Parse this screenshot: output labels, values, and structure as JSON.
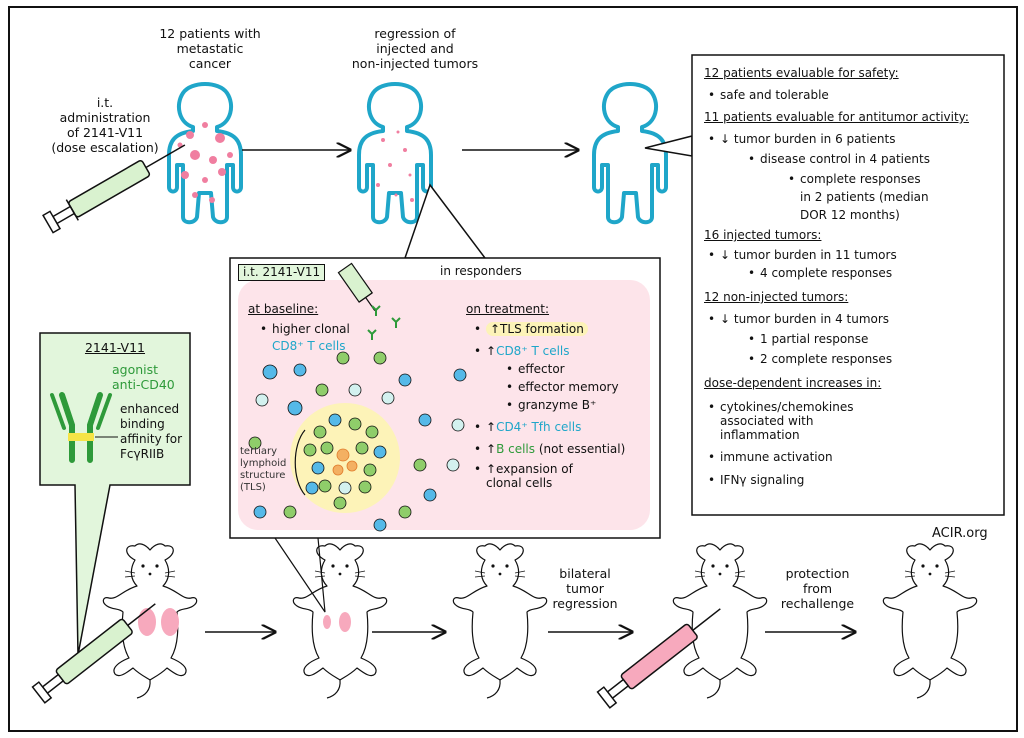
{
  "top": {
    "patients_label": "12 patients with\nmetastatic\ncancer",
    "admin_label": "i.t.\nadministration\nof 2141-V11\n(dose escalation)",
    "regression_label": "regression of\ninjected and\nnon-injected tumors"
  },
  "summary": {
    "safety_heading": "12 patients evaluable for safety:",
    "safety_items": [
      "safe and tolerable"
    ],
    "antitumor_heading": "11 patients evaluable for antitumor activity:",
    "antitumor_item": "↓ tumor burden in 6 patients",
    "antitumor_sub": "disease control in 4 patients",
    "antitumor_subsub": "complete responses\nin 2 patients (median\nDOR 12 months)",
    "injected_heading": "16 injected tumors:",
    "injected_item": "↓ tumor burden in 11 tumors",
    "injected_sub": "4 complete responses",
    "noninjected_heading": "12 non-injected tumors:",
    "noninjected_item": "↓ tumor burden in 4 tumors",
    "noninjected_sub1": "1 partial response",
    "noninjected_sub2": "2 complete responses",
    "dose_heading": "dose-dependent increases in:",
    "dose_items": [
      "cytokines/chemokines\nassociated with\ninflammation",
      "immune activation",
      "IFNγ signaling"
    ]
  },
  "agent_box": {
    "title": "2141-V11",
    "agonist": "agonist\nanti-CD40",
    "binding": "enhanced\nbinding\naffinity for\nFcγRIIB"
  },
  "responders": {
    "tag": "i.t. 2141-V11",
    "title": "in responders",
    "baseline_heading": "at baseline:",
    "baseline_item_a": "higher clonal",
    "baseline_item_b": "CD8⁺ T cells",
    "tls_label": "tertiary\nlymphoid\nstructure\n(TLS)",
    "treatment_heading": "on treatment:",
    "tls_formation": "↑TLS formation",
    "cd8_arrow": "↑",
    "cd8": "CD8⁺ T cells",
    "cd8_subs": [
      "effector",
      "effector memory",
      "granzyme B⁺"
    ],
    "cd4_arrow": "↑",
    "cd4": "CD4⁺ Tfh cells",
    "b_arrow": "↑",
    "b_cells": "B cells",
    "b_note": "(not essential)",
    "expansion": "↑expansion of\nclonal cells"
  },
  "mouse_row": {
    "bilateral": "bilateral\ntumor\nregression",
    "protection": "protection\nfrom\nrechallenge"
  },
  "credit": "ACIR.org",
  "colors": {
    "tumor": "#f07ea0",
    "body_outline": "#1fa6c9",
    "box_green": "#e2f6dc",
    "box_pink": "#fde4ea",
    "syringe_green": "#d9f2cf",
    "syringe_pink": "#f7a9bd"
  },
  "icons": [
    "human-silhouette-icon",
    "syringe-icon",
    "antibody-icon",
    "mouse-icon",
    "arrow-icon"
  ]
}
